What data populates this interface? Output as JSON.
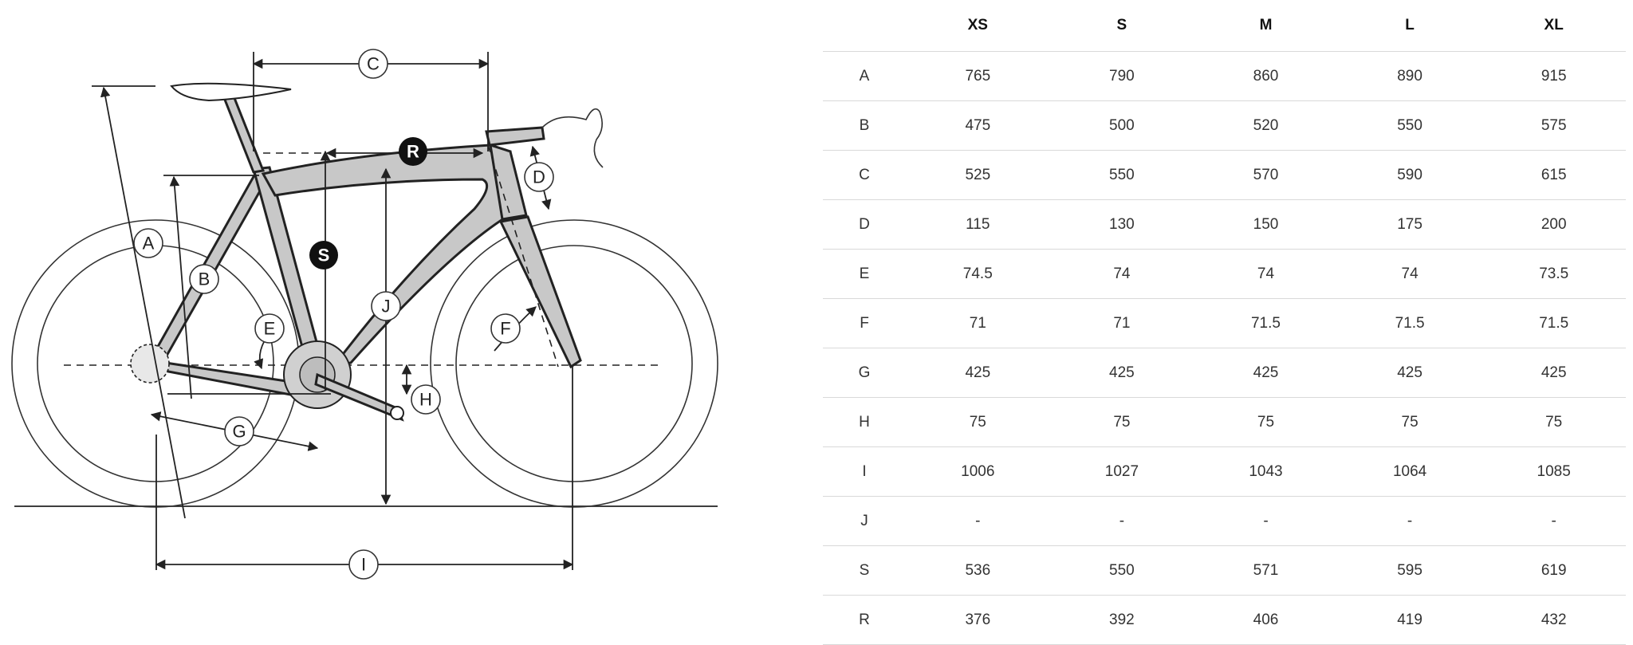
{
  "diagram": {
    "labels": [
      "A",
      "B",
      "C",
      "D",
      "E",
      "F",
      "G",
      "H",
      "I",
      "J",
      "S",
      "R"
    ]
  },
  "table": {
    "headers": [
      "",
      "XS",
      "S",
      "M",
      "L",
      "XL"
    ],
    "rows": [
      {
        "label": "A",
        "values": [
          "765",
          "790",
          "860",
          "890",
          "915"
        ]
      },
      {
        "label": "B",
        "values": [
          "475",
          "500",
          "520",
          "550",
          "575"
        ]
      },
      {
        "label": "C",
        "values": [
          "525",
          "550",
          "570",
          "590",
          "615"
        ]
      },
      {
        "label": "D",
        "values": [
          "115",
          "130",
          "150",
          "175",
          "200"
        ]
      },
      {
        "label": "E",
        "values": [
          "74.5",
          "74",
          "74",
          "74",
          "73.5"
        ]
      },
      {
        "label": "F",
        "values": [
          "71",
          "71",
          "71.5",
          "71.5",
          "71.5"
        ]
      },
      {
        "label": "G",
        "values": [
          "425",
          "425",
          "425",
          "425",
          "425"
        ]
      },
      {
        "label": "H",
        "values": [
          "75",
          "75",
          "75",
          "75",
          "75"
        ]
      },
      {
        "label": "I",
        "values": [
          "1006",
          "1027",
          "1043",
          "1064",
          "1085"
        ]
      },
      {
        "label": "J",
        "values": [
          "-",
          "-",
          "-",
          "-",
          "-"
        ]
      },
      {
        "label": "S",
        "values": [
          "536",
          "550",
          "571",
          "595",
          "619"
        ]
      },
      {
        "label": "R",
        "values": [
          "376",
          "392",
          "406",
          "419",
          "432"
        ]
      }
    ]
  }
}
